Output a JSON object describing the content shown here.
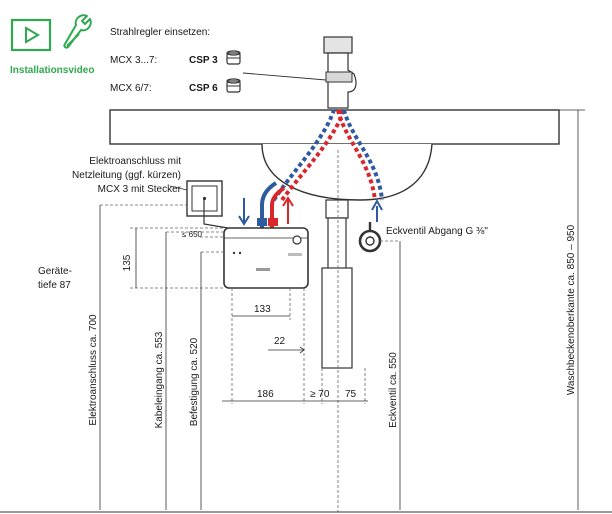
{
  "header": {
    "video_label": "Installationsvideo",
    "aerator_heading": "Strahlregler einsetzen:",
    "rows": [
      {
        "model": "MCX 3...7:",
        "part": "CSP 3"
      },
      {
        "model": "MCX 6/7:",
        "part": "CSP 6"
      }
    ]
  },
  "callouts": {
    "electrical_line1": "Elektroanschluss mit",
    "electrical_line2": "Netzleitung (ggf. kürzen)",
    "electrical_line3": "MCX 3 mit Stecker",
    "depth_line1": "Geräte-",
    "depth_line2": "tiefe 87",
    "angle_valve": "Eckventil Abgang G ⅜\"",
    "max_650": "≤ 650"
  },
  "dimensions": {
    "d135": "135",
    "d133": "133",
    "d22": "22",
    "d186": "186",
    "d70": "≥ 70",
    "d75": "75"
  },
  "vertical_labels": {
    "electrical": "Elektroanschluss ca. 700",
    "cable_entry": "Kabeleingang ca. 553",
    "mounting": "Befestigung ca. 520",
    "angle_valve": "Eckventil ca. 550",
    "basin_edge": "Waschbeckenoberkante ca. 850 – 950"
  },
  "colors": {
    "accent_green": "#2fa84f",
    "hot": "#d8262b",
    "cold": "#2d5aa0"
  }
}
